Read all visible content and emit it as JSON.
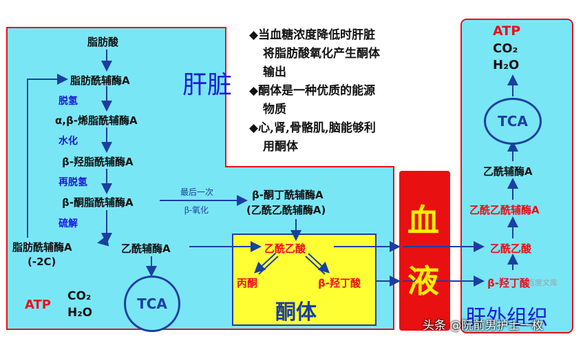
{
  "liver": {
    "fatty_acid": "脂肪酸",
    "fatty_acyl_coa": "脂肪酰辅酶A",
    "dehydrogenation": "脱氢",
    "enoyl_coa": "α,β-烯脂酰辅酶A",
    "hydration": "水化",
    "hydroxyacyl_coa": "β-羟脂酰辅酶A",
    "re_dehydrogenation": "再脱氢",
    "ketoacyl_coa": "β-酮脂酰辅酶A",
    "thiolysis": "硫解",
    "shortened_acyl_coa": "脂肪酰辅酶A",
    "minus_2c": "(-2C)",
    "acetyl_coa": "乙酰辅酶A",
    "label": "肝脏",
    "tca": "TCA",
    "atp": "ATP",
    "co2": "CO₂",
    "h2o": "H₂O",
    "last_oxidation_1": "最后一次",
    "last_oxidation_2": "β-氧化",
    "ketobutyryl_coa": "β-酮丁酰辅酶A",
    "acetoacetyl_coa": "(乙酰乙酰辅酶A)"
  },
  "ketone": {
    "acetoacetate": "乙酰乙酸",
    "acetone": "丙酮",
    "hydroxybutyrate": "β-羟丁酸",
    "label": "酮体"
  },
  "blood": {
    "label_1": "血",
    "label_2": "液"
  },
  "notes": {
    "line1": "◆当血糖浓度降低时肝脏",
    "line2": "将脂肪酸氧化产生酮体",
    "line3": "输出",
    "line4": "◆酮体是一种优质的能源",
    "line5": "物质",
    "line6": "◆心,肾,骨骼肌,脑能够利",
    "line7": "用酮体"
  },
  "extrahepatic": {
    "atp": "ATP",
    "co2": "CO₂",
    "h2o": "H₂O",
    "tca": "TCA",
    "acetyl_coa": "乙酰辅酶A",
    "acetoacetyl_coa": "乙酰乙酰辅酶A",
    "acetoacetate": "乙酰乙酸",
    "hydroxybutyrate": "β-羟丁酸",
    "label": "肝外组织"
  },
  "watermark": {
    "source": "头条 @阮前男护士一枚",
    "baidu": "百度文库"
  },
  "colors": {
    "cyan": "#79e6f5",
    "red_border": "#e8101a",
    "yellow": "#ffff33",
    "blood_red": "#e81010",
    "blue": "#1a1ad8"
  }
}
